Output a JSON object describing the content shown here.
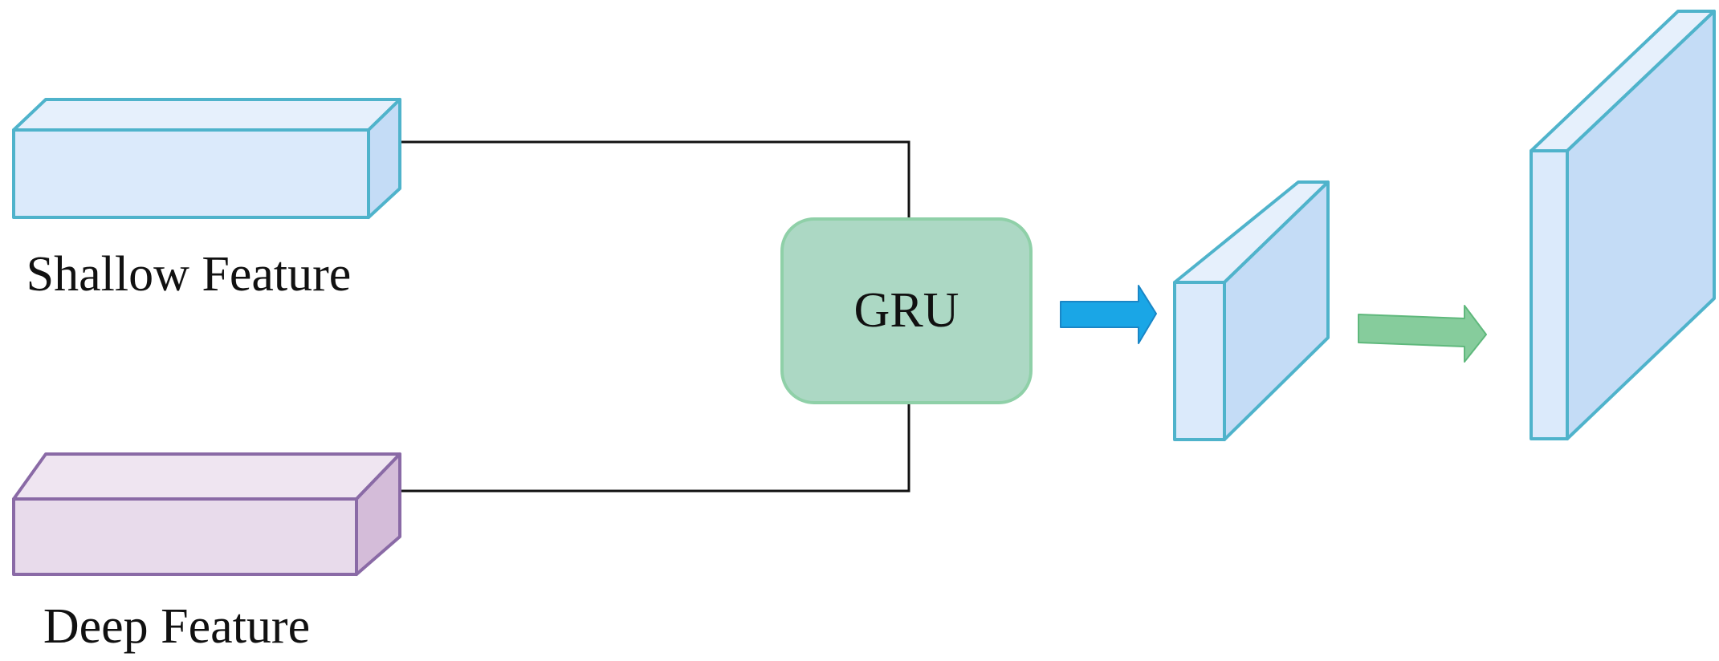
{
  "labels": {
    "shallow": "Shallow Feature",
    "deep": "Deep Feature",
    "gru": "GRU"
  },
  "colors": {
    "blue_front": "#dbeafb",
    "blue_top": "#e6f0fc",
    "blue_side": "#c4dcf6",
    "blue_stroke": "#4fb3cb",
    "purple_front": "#e8dbeb",
    "purple_top": "#efe5f1",
    "purple_side": "#d4bcd9",
    "purple_stroke": "#8a6aa6",
    "gru_fill": "#acd8c4",
    "gru_stroke": "#8fd0a8",
    "arrow_blue": "#1aa6e6",
    "arrow_green": "#86cc9c",
    "line": "#111111"
  }
}
